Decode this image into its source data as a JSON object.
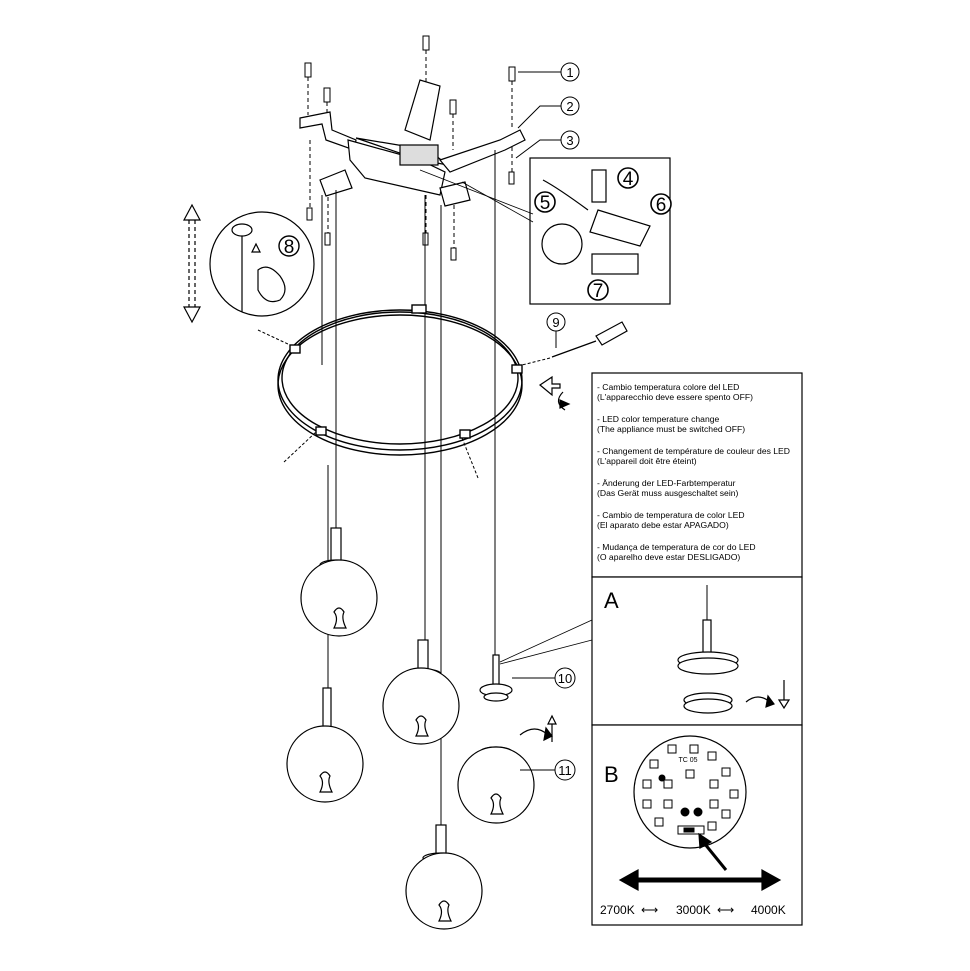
{
  "callouts": {
    "c1": "1",
    "c2": "2",
    "c3": "3",
    "c4": "4",
    "c5": "5",
    "c6": "6",
    "c7": "7",
    "c8": "8",
    "c9": "9",
    "c10": "10",
    "c11": "11"
  },
  "notes": [
    [
      "- Cambio temperatura colore del LED",
      "(L'apparecchio deve essere spento OFF)"
    ],
    [
      "- LED color temperature change",
      "(The appliance must be switched OFF)"
    ],
    [
      "- Changement de température de couleur des LED",
      "(L'appareil doit être éteint)"
    ],
    [
      "- Änderung der LED-Farbtemperatur",
      "(Das Gerät muss ausgeschaltet sein)"
    ],
    [
      "- Cambio de temperatura de color LED",
      "(El aparato debe estar APAGADO)"
    ],
    [
      "- Mudança de temperatura de cor do LED",
      "(O aparelho deve estar DESLIGADO)"
    ]
  ],
  "panel_a": {
    "letter": "A"
  },
  "panel_b": {
    "letter": "B",
    "board_label": "TC 05",
    "temps": [
      "2700K",
      "3000K",
      "4000K"
    ],
    "arrow_sep": "⟷"
  },
  "colors": {
    "line": "#000000",
    "background": "#ffffff"
  }
}
